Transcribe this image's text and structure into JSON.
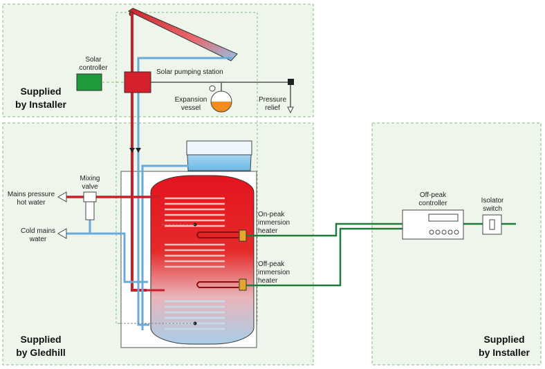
{
  "zones": {
    "installer_top": [
      "Supplied",
      "by Installer"
    ],
    "gledhill": [
      "Supplied",
      "by Gledhill"
    ],
    "installer_right": [
      "Supplied",
      "by Installer"
    ]
  },
  "labels": {
    "solar_controller": [
      "Solar",
      "controller"
    ],
    "solar_pumping_station": "Solar pumping station",
    "expansion_vessel": [
      "Expansion",
      "vessel"
    ],
    "pressure_relief": [
      "Pressure",
      "relief"
    ],
    "mixing_valve": [
      "Mixing",
      "valve"
    ],
    "mains_pressure_hot_water": [
      "Mains pressure",
      "hot water"
    ],
    "cold_mains_water": [
      "Cold mains",
      "water"
    ],
    "on_peak_heater": [
      "On-peak",
      "immersion",
      "heater"
    ],
    "off_peak_heater": [
      "Off-peak",
      "immersion",
      "heater"
    ],
    "off_peak_controller": [
      "Off-peak",
      "controller"
    ],
    "isolator_switch": [
      "Isolator",
      "switch"
    ]
  },
  "colors": {
    "zone_border": "#7fbf7f",
    "zone_fill": "#eef5ea",
    "hot_pipe": "#c8202a",
    "cold_pipe": "#6aa9d8",
    "cable": "#1f7a3a",
    "controller_green": "#1e9a3a",
    "pump_red": "#d3202a"
  }
}
